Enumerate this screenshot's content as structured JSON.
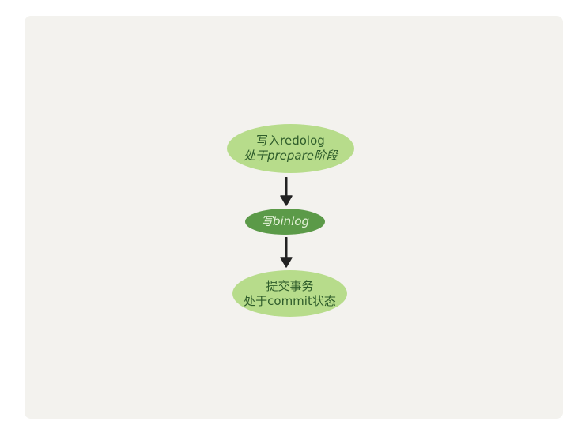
{
  "nodes": [
    {
      "line1": "写入redolog",
      "line2": "处于prepare阶段"
    },
    {
      "line1": "写binlog"
    },
    {
      "line1": "提交事务",
      "line2": "处于commit状态"
    }
  ],
  "colors": {
    "node_light": "#b7dc8b",
    "node_dark": "#5b9a48",
    "arrow": "#222222",
    "background": "#f3f2ee"
  }
}
